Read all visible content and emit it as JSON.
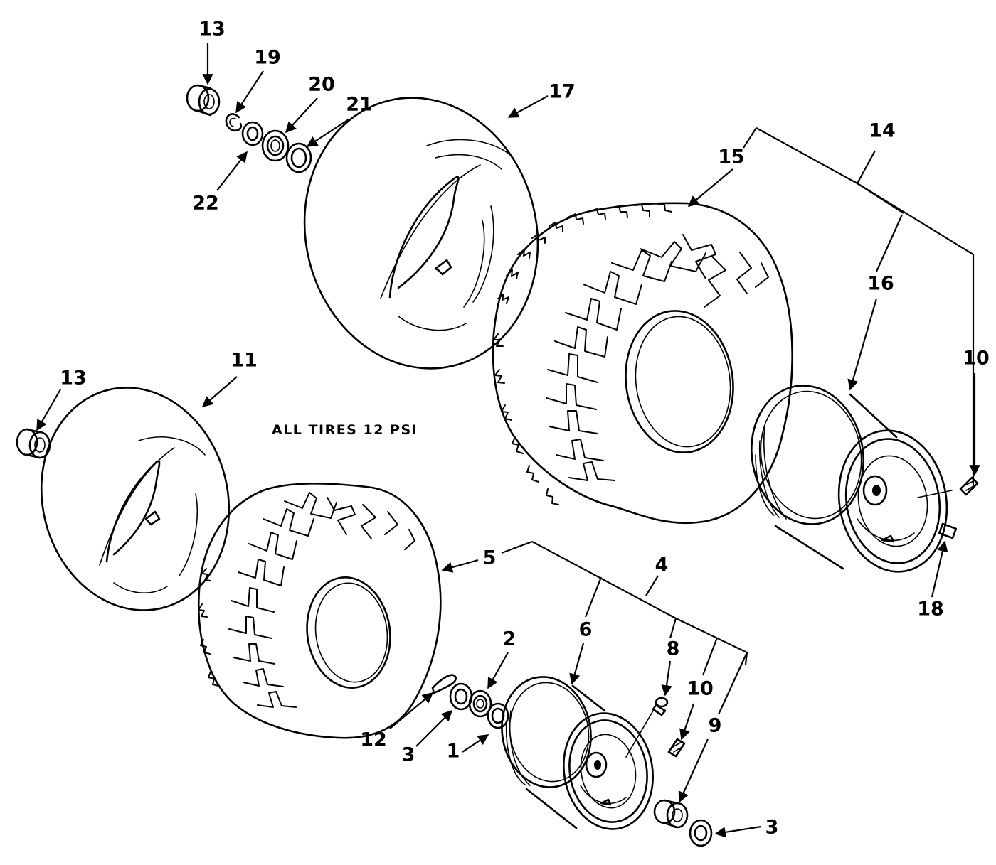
{
  "note": "ALL TIRES 12 PSI",
  "callouts": {
    "c13_top": "13",
    "c19": "19",
    "c20": "20",
    "c21": "21",
    "c22": "22",
    "c17": "17",
    "c15": "15",
    "c14": "14",
    "c16": "16",
    "c10_right": "10",
    "c18": "18",
    "c13_left": "13",
    "c11": "11",
    "c5": "5",
    "c4": "4",
    "c6": "6",
    "c2": "2",
    "c8": "8",
    "c10_bottom": "10",
    "c9": "9",
    "c12": "12",
    "c3_left": "3",
    "c1": "1",
    "c3_right": "3"
  },
  "colors": {
    "ink": "#000000",
    "paper": "#ffffff"
  }
}
